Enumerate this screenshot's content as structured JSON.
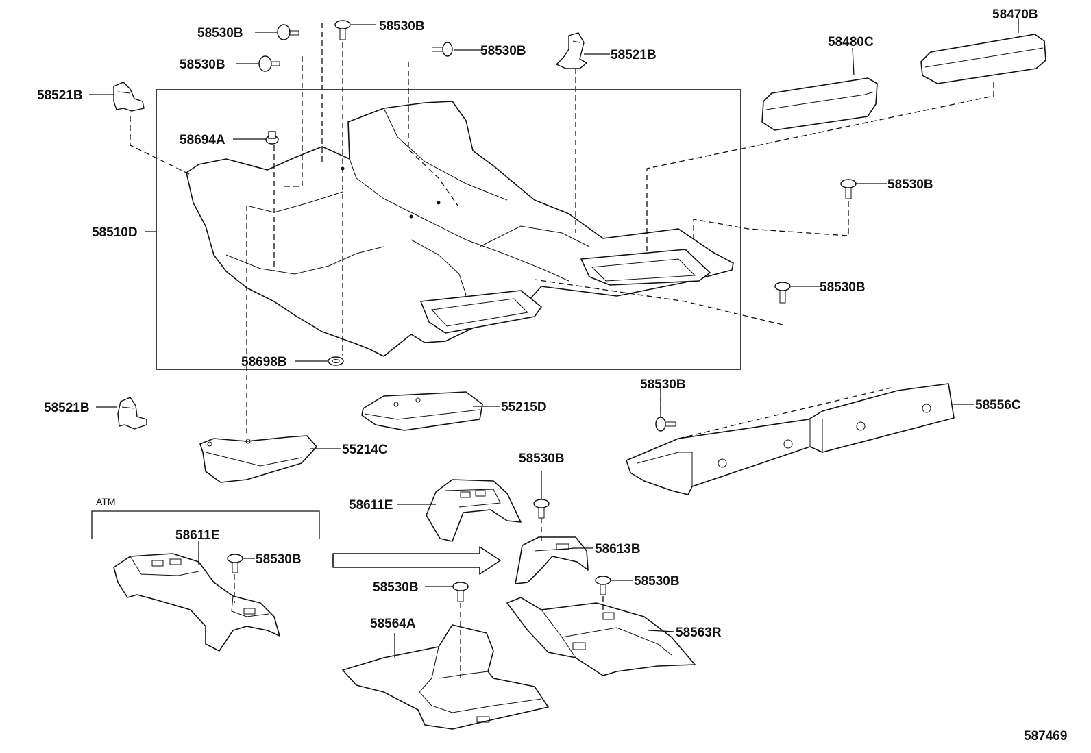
{
  "diagram": {
    "labels": {
      "p58530B_a": "58530B",
      "p58530B_b": "58530B",
      "p58530B_c": "58530B",
      "p58530B_d": "58530B",
      "p58530B_e": "58530B",
      "p58530B_f": "58530B",
      "p58530B_g": "58530B",
      "p58530B_h": "58530B",
      "p58530B_i": "58530B",
      "p58530B_j": "58530B",
      "p58530B_k": "58530B",
      "p58521B_a": "58521B",
      "p58521B_b": "58521B",
      "p58521B_c": "58521B",
      "p58694A": "58694A",
      "p58510D": "58510D",
      "p58698B": "58698B",
      "p58480C": "58480C",
      "p58470B": "58470B",
      "p55215D": "55215D",
      "p55214C": "55214C",
      "p58556C": "58556C",
      "p58611E_a": "58611E",
      "p58611E_b": "58611E",
      "p58613B": "58613B",
      "p58564A": "58564A",
      "p58563R": "58563R",
      "atm": "ATM",
      "ref": "587469"
    }
  }
}
